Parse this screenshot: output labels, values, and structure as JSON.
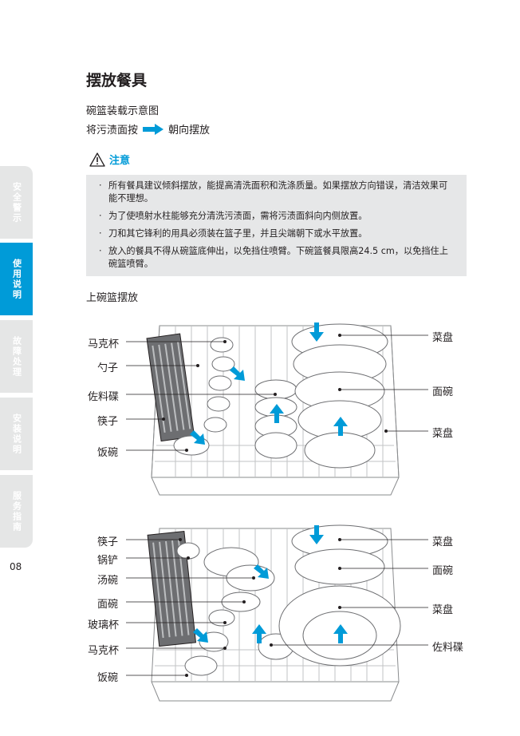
{
  "page": {
    "title": "摆放餐具",
    "subtitle": "碗篮装载示意图",
    "orientation_left": "将污渍面按",
    "orientation_right": "朝向摆放",
    "warning_title": "注意",
    "notes": [
      "所有餐具建议倾斜摆放，能提高清洗面积和洗涤质量。如果摆放方向错误，清洁效果可能不理想。",
      "为了使喷射水柱能够充分清洗污渍面，需将污渍面斜向内侧放置。",
      "刀和其它锋利的用具必须装在篮子里，并且尖端朝下或水平放置。",
      "放入的餐具不得从碗篮底伸出，以免挡住喷臂。下碗篮餐具限高24.5 cm，以免挡住上碗篮喷臂。"
    ],
    "upper_basket_label": "上碗篮摆放",
    "page_number": "08"
  },
  "sidebar": {
    "tabs": [
      {
        "label": "安全警示",
        "active": false
      },
      {
        "label": "使用说明",
        "active": true
      },
      {
        "label": "故障处理",
        "active": false
      },
      {
        "label": "安装说明",
        "active": false
      },
      {
        "label": "服务指南",
        "active": false
      }
    ]
  },
  "upper_basket": {
    "left_labels": [
      "马克杯",
      "勺子",
      "佐料碟",
      "筷子",
      "饭碗"
    ],
    "right_labels": [
      "菜盘",
      "面碗",
      "菜盘"
    ]
  },
  "lower_basket": {
    "left_labels": [
      "筷子",
      "锅铲",
      "汤碗",
      "面碗",
      "玻璃杯",
      "马克杯",
      "饭碗"
    ],
    "right_labels": [
      "菜盘",
      "面碗",
      "菜盘",
      "佐料碟"
    ]
  },
  "colors": {
    "accent": "#009bd8",
    "sidebar_inactive": "#e5e6e6",
    "note_background": "#e6e7e8",
    "text": "#231f20"
  }
}
